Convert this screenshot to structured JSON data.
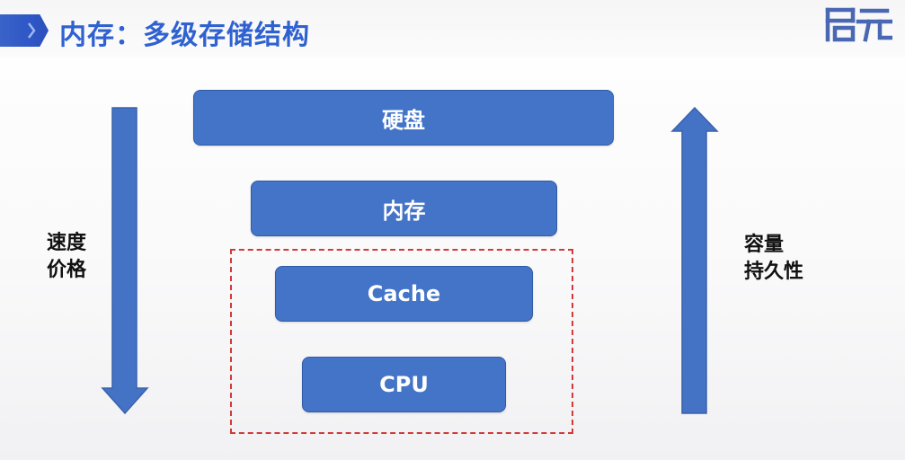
{
  "header": {
    "title": "内存：多级存储结构",
    "logo_text": "启元"
  },
  "diagram": {
    "left_label": {
      "line1": "速度",
      "line2": "价格"
    },
    "right_label": {
      "line1": "容量",
      "line2": "持久性"
    },
    "levels": [
      {
        "id": "disk",
        "label": "硬盘"
      },
      {
        "id": "memory",
        "label": "内存"
      },
      {
        "id": "cache",
        "label": "Cache"
      },
      {
        "id": "cpu",
        "label": "CPU"
      }
    ]
  },
  "colors": {
    "box_fill": "#4474c8",
    "arrow_fill": "#4472c4",
    "dashed_border": "#d23a3a",
    "title_color": "#2f62d0"
  }
}
